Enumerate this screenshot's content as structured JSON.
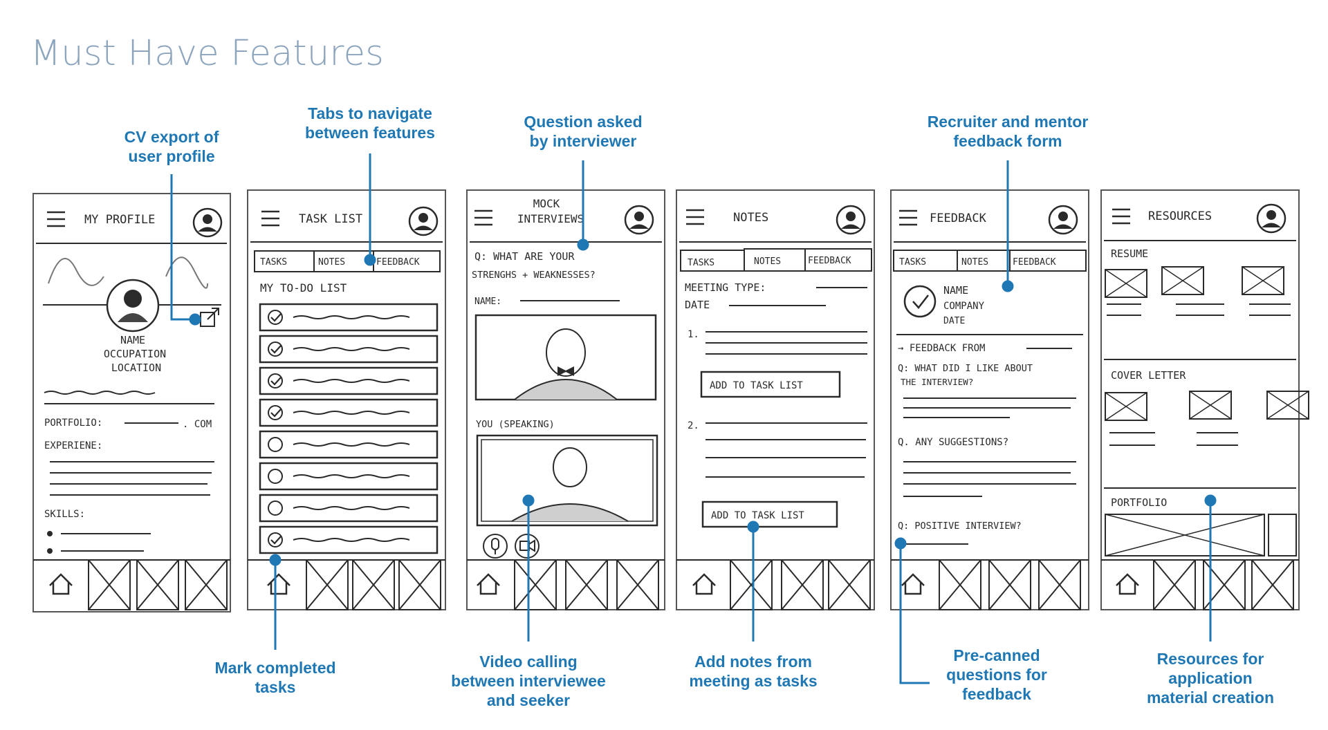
{
  "page": {
    "title": "Must Have Features"
  },
  "callouts": {
    "cv_export": "CV export of\nuser profile",
    "tabs_navigate": "Tabs to navigate\nbetween features",
    "question_asked": "Question asked\nby interviewer",
    "recruiter_form": "Recruiter and mentor\nfeedback form",
    "mark_completed": "Mark completed\ntasks",
    "video_calling": "Video calling\nbetween interviewee\nand seeker",
    "add_notes": "Add notes from\nmeeting as tasks",
    "pre_canned": "Pre-canned\nquestions for\nfeedback",
    "resources_for": "Resources for\napplication\nmaterial creation"
  },
  "screens": {
    "profile": {
      "header": "MY PROFILE",
      "name": "NAME",
      "occupation": "OCCUPATION",
      "location": "LOCATION",
      "portfolio_label": "PORTFOLIO:",
      "portfolio_suffix": ". COM",
      "experience_label": "EXPERIENE:",
      "skills_label": "SKILLS:"
    },
    "tasks": {
      "header": "TASK LIST",
      "tabs": [
        "TASKS",
        "NOTES",
        "FEEDBACK"
      ],
      "list_title": "MY TO-DO LIST",
      "items_checked": [
        true,
        true,
        true,
        true,
        false,
        false,
        false,
        true
      ]
    },
    "mock": {
      "header_line1": "MOCK",
      "header_line2": "INTERVIEWS",
      "question_line1": "Q: WHAT ARE YOUR",
      "question_line2": "STRENGHS + WEAKNESSES?",
      "name_label": "NAME:",
      "you_label": "YOU (SPEAKING)"
    },
    "notes": {
      "header": "NOTES",
      "tabs": [
        "TASKS",
        "NOTES",
        "FEEDBACK"
      ],
      "meeting_type": "MEETING TYPE:",
      "date": "DATE",
      "item1": "1.",
      "item2": "2.",
      "add_button_1": "ADD TO TASK LIST",
      "add_button_2": "ADD TO TASK LIST"
    },
    "feedback": {
      "header": "FEEDBACK",
      "tabs": [
        "TASKS",
        "NOTES",
        "FEEDBACK"
      ],
      "name": "NAME",
      "company": "COMPANY",
      "date": "DATE",
      "feedback_from": "→ FEEDBACK FROM",
      "q1_line1": "Q: WHAT DID I LIKE ABOUT",
      "q1_line2": "THE INTERVIEW?",
      "q2": "Q. ANY SUGGESTIONS?",
      "q3": "Q: POSITIVE INTERVIEW?"
    },
    "resources": {
      "header": "RESOURCES",
      "section_resume": "RESUME",
      "section_cover": "COVER LETTER",
      "section_portfolio": "PORTFOLIO"
    }
  },
  "colors": {
    "accent": "#1f78b4",
    "title": "#8da4bd",
    "sketch": "#2a2a2a"
  },
  "icons": [
    "hamburger-icon",
    "avatar-icon",
    "export-icon",
    "home-icon",
    "checkbox-icon",
    "microphone-icon",
    "camera-icon",
    "placeholder-x-icon"
  ]
}
